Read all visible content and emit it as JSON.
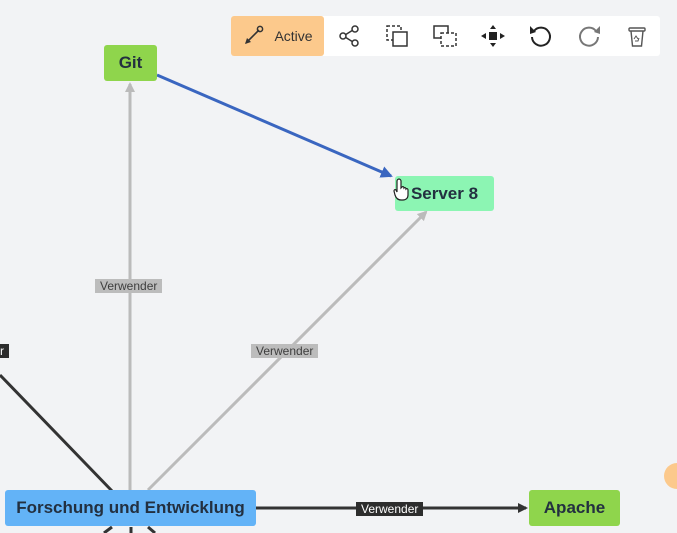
{
  "toolbar": {
    "active_label": "Active",
    "icons": [
      "connect-icon",
      "share-icon",
      "select-icon",
      "duplicate-icon",
      "center-icon",
      "undo-icon",
      "redo-icon",
      "delete-icon"
    ]
  },
  "nodes": {
    "git": "Git",
    "server8": "Server 8",
    "forschung": "Forschung und Entwicklung",
    "apache": "Apache"
  },
  "edges": {
    "forschung_git": "Verwender",
    "forschung_server8": "Verwender",
    "forschung_apache": "Verwender",
    "left_partial": "r"
  },
  "colors": {
    "background": "#f2f3f5",
    "highlight_edge": "#3a66c0",
    "gray_edge": "#bbbbbb",
    "dark_edge": "#333333",
    "active_button": "#fcc98c"
  }
}
